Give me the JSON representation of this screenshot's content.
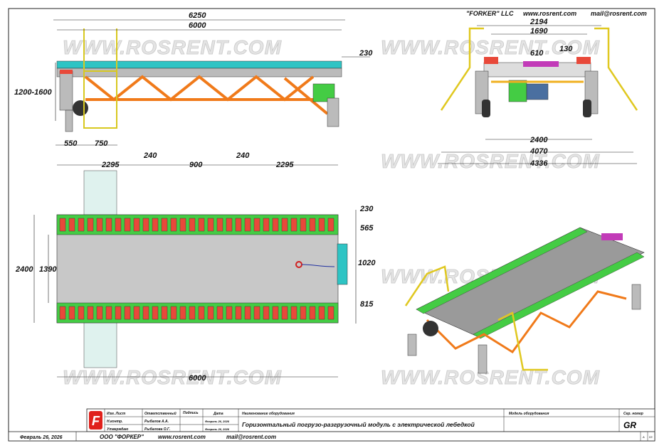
{
  "header": {
    "company": "\"FORKER\" LLC",
    "website": "www.rosrent.com",
    "email": "mail@rosrent.com"
  },
  "watermark": "WWW.ROSRENT.COM",
  "side_view": {
    "dims": {
      "overall_length": "6250",
      "frame_length": "6000",
      "end_offset": "230",
      "height_range": "1200-1600",
      "front_offset": "550",
      "stairs_width": "750"
    }
  },
  "end_view": {
    "dims": {
      "width_2194": "2194",
      "width_1690": "1690",
      "winch_610": "610",
      "height_130": "130",
      "track_2400": "2400",
      "width_4070": "4070",
      "width_4336": "4336"
    }
  },
  "plan_view": {
    "dims": {
      "gap_left": "240",
      "section_left": "2295",
      "section_mid": "900",
      "gap_right": "240",
      "section_right": "2295",
      "end_230": "230",
      "edge_565": "565",
      "ramp_1020": "1020",
      "edge_815": "815",
      "width_2400": "2400",
      "deck_1390": "1390",
      "length_6000": "6000"
    }
  },
  "title_block": {
    "col_rev": "Изм. Лист",
    "col_responsible": "Ответственный",
    "col_signature": "Подпись",
    "col_date": "Дата",
    "row_control_label": "Н.контр.",
    "row_control_name": "Рыбалов А.А.",
    "row_control_date": "Февраль 26, 2026",
    "row_approve_label": "Утверждаю",
    "row_approve_name": "Рыбалова О.Г.",
    "row_approve_date": "Февраль 26, 2026",
    "equipment_name_label": "Наименование оборудования",
    "equipment_name": "Горизонтальный погрузо-разгрузочный модуль с электрической лебедкой",
    "model_label": "Модель оборудования",
    "serial_label": "Сер. номер",
    "serial": "GR",
    "date": "Февраль 26, 2026",
    "company": "ООО \"ФОРКЕР\"",
    "website": "www.rosrent.com",
    "email": "mail@rosrent.com",
    "format": "A",
    "sheet": "03",
    "logo_letter": "F"
  },
  "colors": {
    "roller": "#2ec4c4",
    "frame": "#f07a1a",
    "stairs": "#f2e030",
    "deck": "#c8c8c8",
    "pads": "#e8493a",
    "green": "#44cc44",
    "logo": "#e0201b"
  }
}
